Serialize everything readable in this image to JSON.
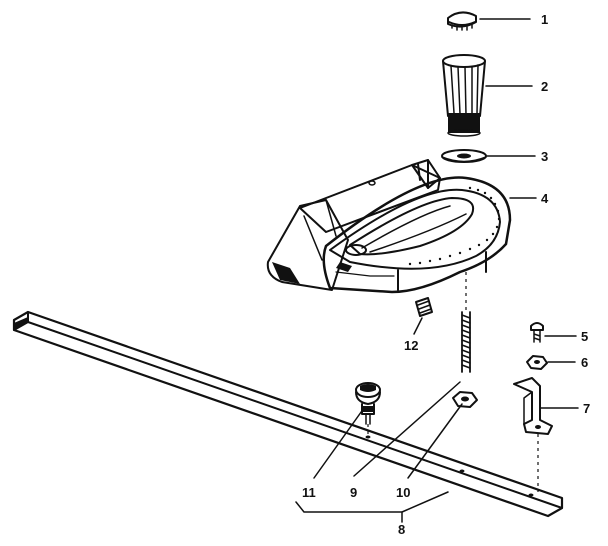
{
  "diagram": {
    "parts": [
      {
        "id": "1",
        "icon": "cap-icon"
      },
      {
        "id": "2",
        "icon": "knob-icon"
      },
      {
        "id": "3",
        "icon": "washer-icon"
      },
      {
        "id": "4",
        "icon": "miter-body-icon"
      },
      {
        "id": "5",
        "icon": "screw-icon"
      },
      {
        "id": "6",
        "icon": "nut-icon"
      },
      {
        "id": "7",
        "icon": "stop-clip-icon"
      },
      {
        "id": "8",
        "icon": "miter-bar-icon"
      },
      {
        "id": "9",
        "icon": "threaded-stud-icon"
      },
      {
        "id": "10",
        "icon": "nut-icon"
      },
      {
        "id": "11",
        "icon": "stop-pin-icon"
      },
      {
        "id": "12",
        "icon": "set-screw-icon"
      }
    ],
    "ink_color": "#111111",
    "background": "#ffffff"
  }
}
